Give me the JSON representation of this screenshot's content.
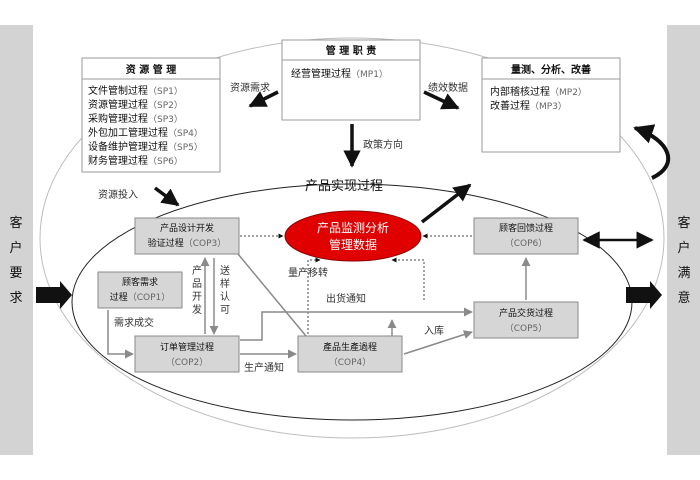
{
  "customer_requirement": [
    "客",
    "户",
    "要",
    "求"
  ],
  "customer_satisfaction": [
    "客",
    "户",
    "满",
    "意"
  ],
  "mgmt_duty": {
    "title": "管 理 职 责",
    "items": [
      {
        "name": "经营管理过程",
        "code": "（MP1）"
      }
    ]
  },
  "resource_mgmt": {
    "title": "资 源 管 理",
    "items": [
      {
        "name": "文件管制过程",
        "code": "（SP1）"
      },
      {
        "name": "资源管理过程",
        "code": "（SP2）"
      },
      {
        "name": "采购管理过程",
        "code": "（SP3）"
      },
      {
        "name": "外包加工管理过程",
        "code": "（SP4）"
      },
      {
        "name": "设备维护管理过程",
        "code": "（SP5）"
      },
      {
        "name": "财务管理过程",
        "code": "（SP6）"
      }
    ]
  },
  "measure": {
    "title": "量测、分析、改善",
    "items": [
      {
        "name": "内部稽核过程",
        "code": "（MP2）"
      },
      {
        "name": "改善过程",
        "code": "（MP3）"
      }
    ]
  },
  "product_realization": "产品实现过程",
  "center": {
    "line1": "产品监测分析",
    "line2": "管理数据"
  },
  "processes": {
    "design": {
      "line1": "产品设计开发",
      "line2": "验证过程",
      "code": "（COP3）"
    },
    "demand": {
      "line1": "顾客需求",
      "line2": "过程",
      "code": "（COP1）"
    },
    "order": {
      "line1": "订单管理过程",
      "code": "（COP2）"
    },
    "production": {
      "line1": "產品生產過程",
      "code": "（COP4）"
    },
    "delivery": {
      "line1": "产品交货过程",
      "code": "（COP5）"
    },
    "feedback": {
      "line1": "顾客回馈过程",
      "code": "（COP6）"
    }
  },
  "labels": {
    "resource_demand": "资源需求",
    "performance_data": "绩效数据",
    "policy_direction": "政策方向",
    "resource_input": "资源投入",
    "product_dev": [
      "产",
      "品",
      "开",
      "发"
    ],
    "sample_approval": [
      "送",
      "样",
      "认",
      "可"
    ],
    "mass_transfer": "量产移转",
    "shipping_notice": "出货通知",
    "demand_confirmed": "需求成交",
    "production_notice": "生产通知",
    "warehouse_in": "入库"
  }
}
